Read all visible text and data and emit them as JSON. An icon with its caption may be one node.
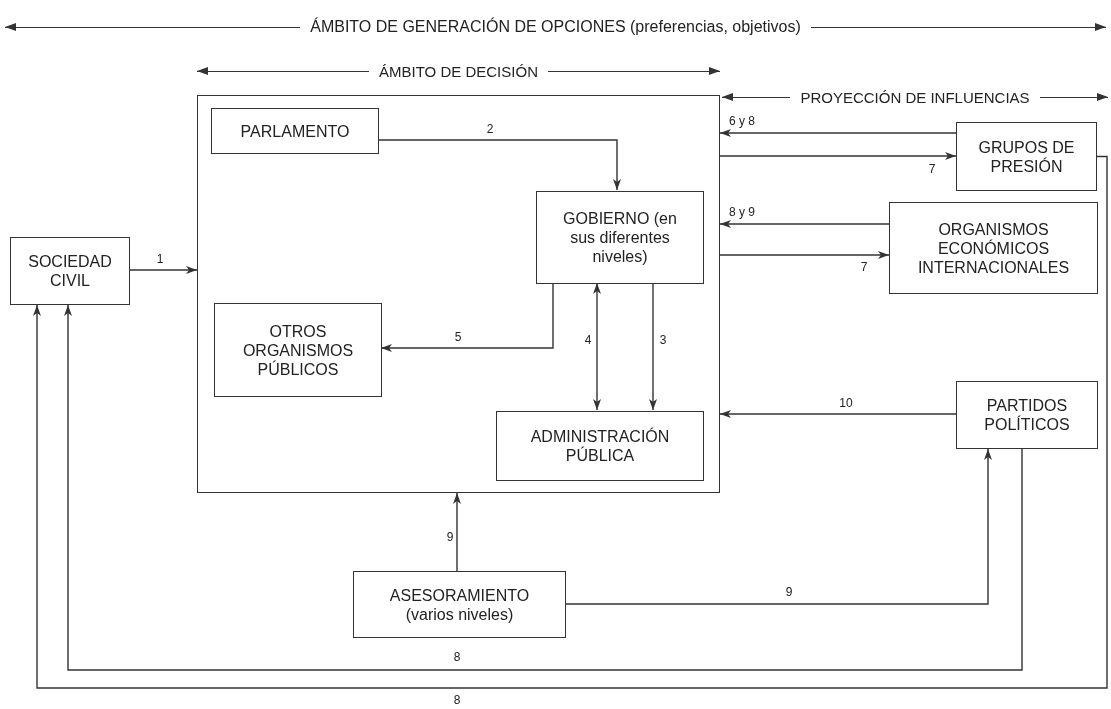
{
  "diagram": {
    "nodes": [
      {
        "text": [
          "SOCIEDAD CIVIL"
        ]
      },
      {
        "text": [],
        "shape": "box"
      },
      {
        "text": [
          "PARLAMENTO"
        ],
        "in": 1
      },
      {
        "text": [
          "GOBIERNO (en sus diferentes niveles)"
        ],
        "in": 1
      },
      {
        "text": [
          "OTROS ORGANISMOS PÚBLICOS"
        ],
        "in": 1
      },
      {
        "text": [
          "ADMINISTRACIÓN PÚBLICA"
        ],
        "in": 1
      },
      {
        "text": [
          "GRUPOS DE PRESIÓN"
        ]
      },
      {
        "text": [
          "ORGANISMOS ECONÓMICOS INTERNACIONALES"
        ]
      },
      {
        "text": [
          "PARTIDOS POLÍTICOS"
        ]
      },
      {
        "text": [
          "ASESORAMIENTO (varios niveles)"
        ]
      }
    ],
    "edges": [
      {
        "from": 0,
        "to": 1,
        "arrow": "to",
        "label": "1"
      },
      {
        "from": 2,
        "to": 3,
        "arrow": "to",
        "label": "2"
      },
      {
        "from": 3,
        "to": 5,
        "arrow": "to",
        "label": "3"
      },
      {
        "from": 3,
        "to": 5,
        "arrow": "both",
        "label": "4"
      },
      {
        "from": 3,
        "to": 4,
        "arrow": "to",
        "label": "5"
      },
      {
        "from": 6,
        "to": 1,
        "arrow": "to",
        "label": "6 y 8"
      },
      {
        "from": 1,
        "to": 6,
        "arrow": "to",
        "label": "7"
      },
      {
        "from": 7,
        "to": 1,
        "arrow": "to",
        "label": "8 y 9"
      },
      {
        "from": 1,
        "to": 7,
        "arrow": "to",
        "label": "7"
      },
      {
        "from": 8,
        "to": 1,
        "arrow": "to",
        "label": "10"
      },
      {
        "from": 9,
        "to": 1,
        "arrow": "to",
        "label": "9"
      },
      {
        "from": 9,
        "to": 8,
        "arrow": "to",
        "label": "9"
      },
      {
        "from": 8,
        "to": 0,
        "arrow": "to",
        "label": "8"
      },
      {
        "from": 6,
        "to": 0,
        "arrow": "to",
        "label": "8"
      }
    ],
    "labels": [
      "ÁMBITO DE GENERACIÓN DE OPCIONES (preferencias, objetivos)",
      "ÁMBITO DE DECISIÓN",
      "PROYECCIÓN DE INFLUENCIAS"
    ]
  }
}
